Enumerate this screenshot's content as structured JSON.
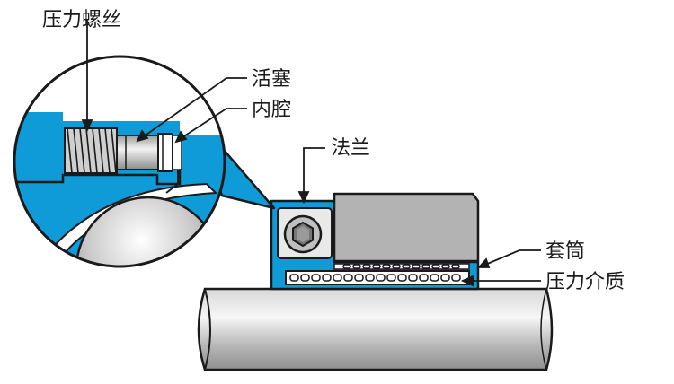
{
  "labels": {
    "thread": "压力螺丝",
    "piston": "活塞",
    "cavity": "内腔",
    "flange": "法兰",
    "sleeve": "套筒",
    "medium": "压力介质"
  },
  "colors": {
    "blue": "#0f9bd7",
    "outline": "#1a1a1a",
    "gray_light": "#e6e6e6",
    "gray_mid": "#b9b9b9",
    "gray_dark": "#8a8a8a"
  }
}
